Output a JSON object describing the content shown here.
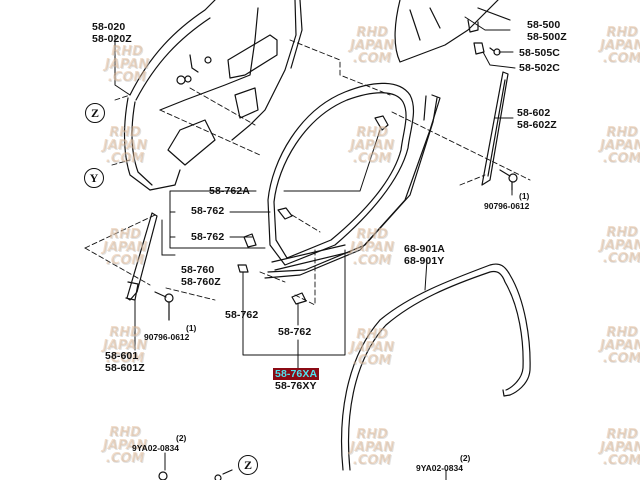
{
  "diagram": {
    "title": "Front door weatherstrip parts diagram",
    "watermark": {
      "line1": "RHD",
      "line2": "JAPAN",
      "line3": ".COM"
    },
    "callouts": {
      "p58_020": [
        "58-020",
        "58-020Z"
      ],
      "p58_500": [
        "58-500",
        "58-500Z"
      ],
      "p58_505c": "58-505C",
      "p58_502c": "58-502C",
      "p58_602": [
        "58-602",
        "58-602Z"
      ],
      "p58_762a": "58-762A",
      "p58_762_upper": "58-762",
      "p58_762_mid": "58-762",
      "p58_762_low_left": "58-762",
      "p58_762_low_right": "58-762",
      "p58_760": [
        "58-760",
        "58-760Z"
      ],
      "p58_601": [
        "58-601",
        "58-601Z"
      ],
      "p58_76x": {
        "selected": "58-76XA",
        "alt": "58-76XY"
      },
      "p68_901": [
        "68-901A",
        "68-901Y"
      ],
      "bolt_right": {
        "qty": "(1)",
        "part": "90796-0612"
      },
      "bolt_left": {
        "qty": "(1)",
        "part": "90796-0612"
      },
      "clip_left": {
        "qty": "(2)",
        "part": "9YA02-0834"
      },
      "clip_right": {
        "qty": "(2)",
        "part": "9YA02-0834"
      }
    },
    "view_markers": {
      "z_top": "Z",
      "y": "Y",
      "z_bottom": "Z"
    },
    "colors": {
      "highlight_bg": "#8b0a14",
      "highlight_text": "#4fe3f0",
      "line": "#111111"
    }
  }
}
